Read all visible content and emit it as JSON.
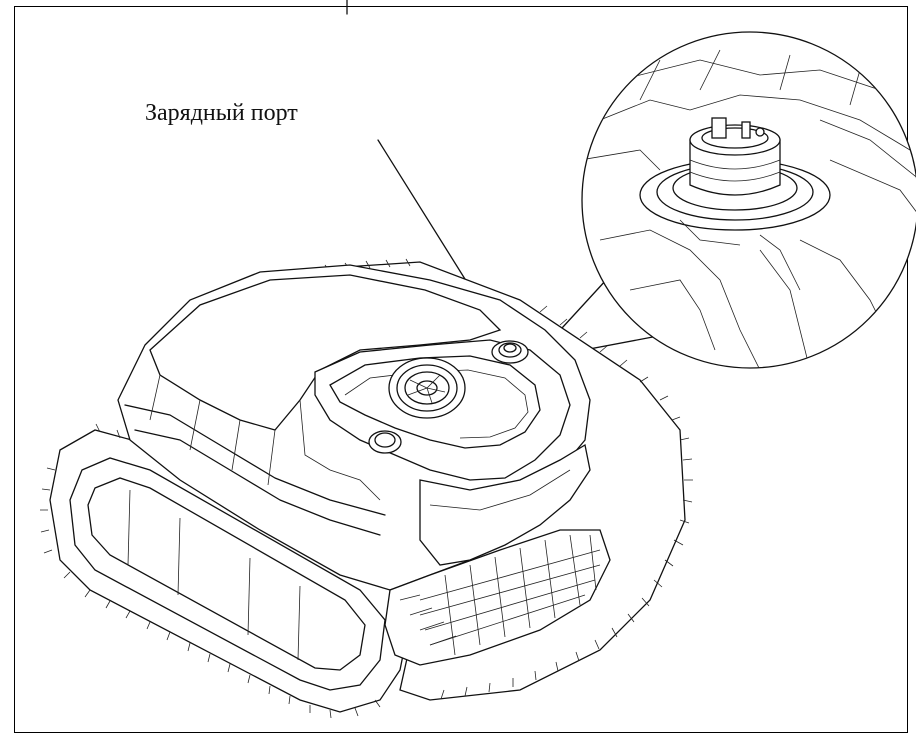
{
  "callout": {
    "label": "Зарядный порт"
  },
  "colors": {
    "line": "#111111",
    "background": "#ffffff"
  },
  "icons": [
    "pool-robot-drawing",
    "charging-port-detail-magnifier"
  ]
}
